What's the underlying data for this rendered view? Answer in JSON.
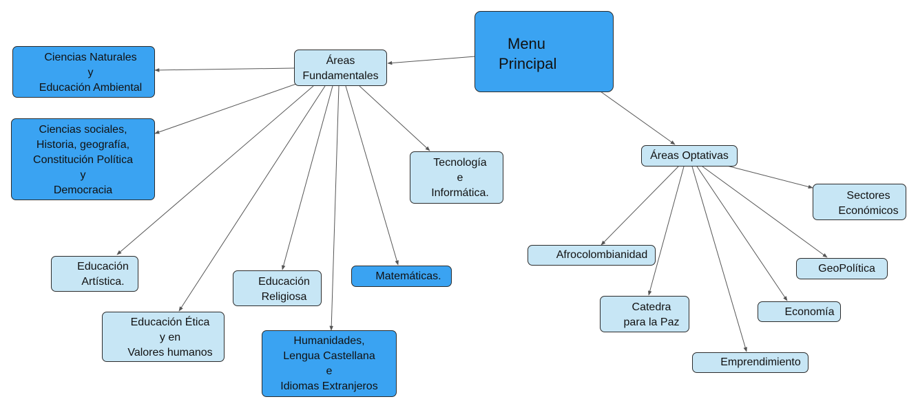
{
  "root": {
    "lines": [
      "Menu",
      "Principal"
    ],
    "color": "#3aa3f2"
  },
  "fundamentales": {
    "title": [
      "Áreas",
      "Fundamentales"
    ],
    "children": {
      "ciencias_naturales": [
        "Ciencias Naturales",
        "y",
        "Educación Ambiental"
      ],
      "ciencias_sociales": [
        "Ciencias sociales,",
        "Historia, geografía,",
        "Constitución Política",
        "y",
        "Democracia"
      ],
      "tecnologia": [
        "Tecnología",
        "e",
        "Informática."
      ],
      "artistica": [
        "Educación",
        "Artística."
      ],
      "etica": [
        "Educación Ética",
        "y en",
        "Valores humanos"
      ],
      "religiosa": [
        "Educación",
        "Religiosa"
      ],
      "matematicas": [
        "Matemáticas."
      ],
      "humanidades": [
        "Humanidades,",
        "Lengua Castellana",
        "e",
        "Idiomas Extranjeros"
      ]
    }
  },
  "optativas": {
    "title": [
      "Áreas Optativas"
    ],
    "children": {
      "sectores": [
        "Sectores",
        "Económicos"
      ],
      "afro": [
        "Afrocolombianidad"
      ],
      "geopolitica": [
        "GeoPolítica"
      ],
      "catedra": [
        "Catedra",
        "para la Paz"
      ],
      "economia": [
        "Economía"
      ],
      "emprendimiento": [
        "Emprendimiento"
      ]
    }
  },
  "colors": {
    "dark_node": "#3aa3f2",
    "light_node": "#c7e6f5",
    "edge": "#555555"
  }
}
